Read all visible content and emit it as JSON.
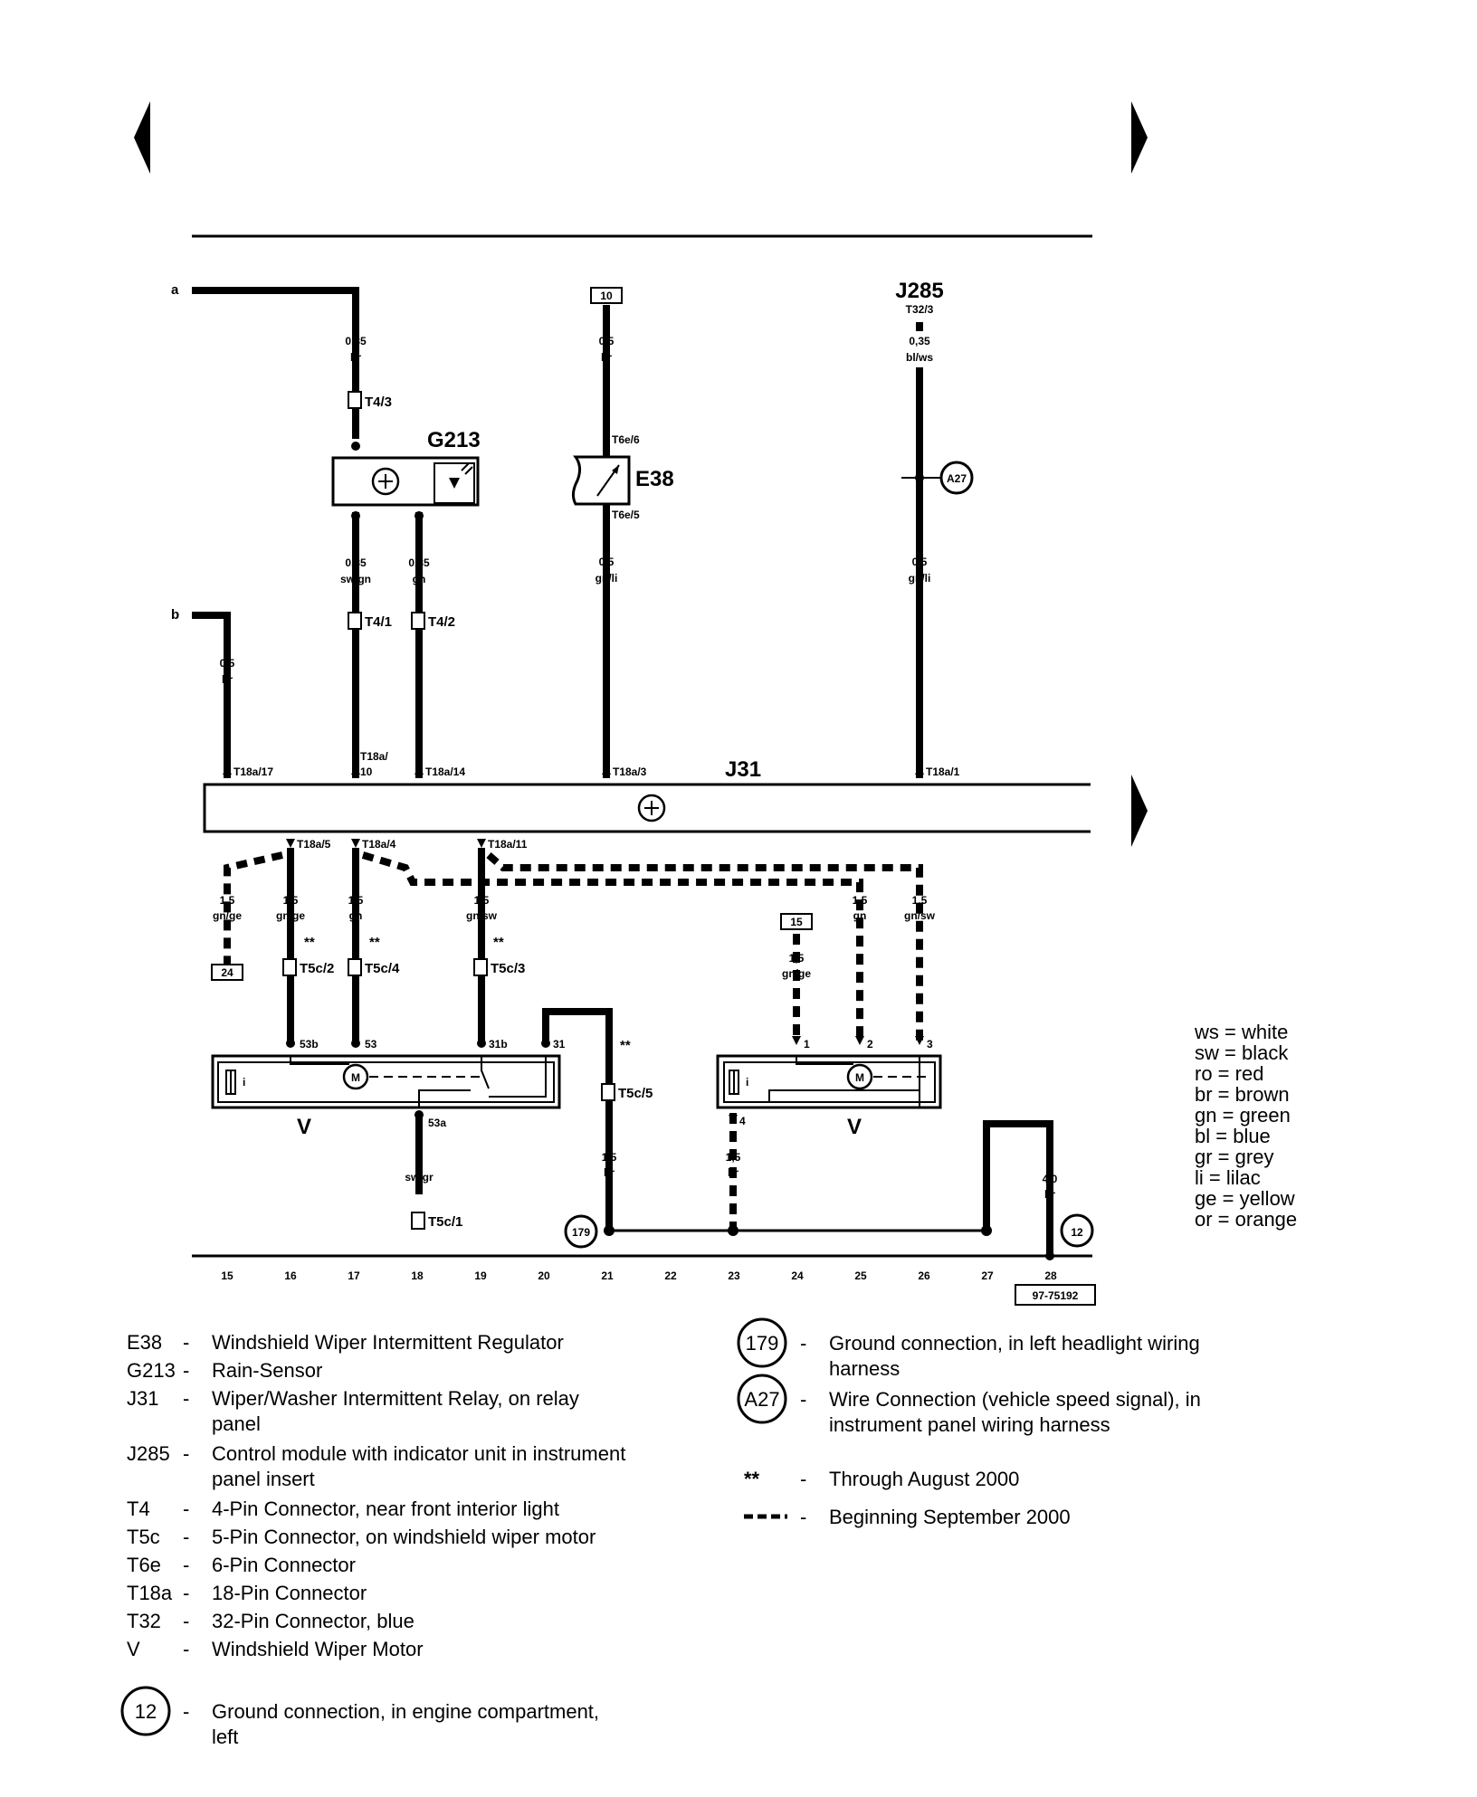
{
  "wires": {
    "a": "a",
    "b": "b",
    "w_a": [
      "0,35",
      "br"
    ],
    "w_10": [
      "0,5",
      "br"
    ],
    "w_j285": [
      "0,35",
      "bl/ws"
    ],
    "w_g_l": [
      "0,35",
      "sw/gn"
    ],
    "w_g_r": [
      "0,35",
      "gn"
    ],
    "w_e_bot": [
      "0,5",
      "gn/li"
    ],
    "w_a27_bot": [
      "0,5",
      "gn/li"
    ],
    "w_b": [
      "0,5",
      "br"
    ],
    "w_b1": [
      "1,5",
      "gn/ge"
    ],
    "w_b2": [
      "1,5",
      "gn/ge"
    ],
    "w_b3": [
      "1,5",
      "gn"
    ],
    "w_b4": [
      "1,5",
      "gn/sw"
    ],
    "w_15": [
      "1,5",
      "gn/ge"
    ],
    "w_b5": [
      "1,5",
      "gn"
    ],
    "w_b6": [
      "1,5",
      "gn/sw"
    ],
    "w_53a": "sw/gr",
    "w_gnd1": [
      "1,5",
      "br"
    ],
    "w_gnd2": [
      "1,5",
      "br"
    ],
    "w_gnd3": [
      "4,0",
      "br"
    ]
  },
  "terminals": {
    "t10": "10",
    "t15": "15",
    "t24": "24"
  },
  "components": {
    "j285": "J285",
    "j285_pin": "T32/3",
    "g213": "G213",
    "e38": "E38",
    "j31": "J31",
    "a27": "A27",
    "g179": "179",
    "g12": "12",
    "motor_left": "V",
    "motor_right": "V",
    "motor_symbol": "M",
    "fuse_symbol": "i"
  },
  "connectors": {
    "t4_3": "T4/3",
    "t4_1": "T4/1",
    "t4_2": "T4/2",
    "t6e_6": "T6e/6",
    "t6e_5": "T6e/5",
    "t18a_17": "T18a/17",
    "t18a_10": [
      "T18a/",
      "10"
    ],
    "t18a_14": "T18a/14",
    "t18a_3": "T18a/3",
    "t18a_1": "T18a/1",
    "t18a_5": "T18a/5",
    "t18a_4": "T18a/4",
    "t18a_11": "T18a/11",
    "t5c_2": "T5c/2",
    "t5c_4": "T5c/4",
    "t5c_3": "T5c/3",
    "t5c_5": "T5c/5",
    "t5c_1": "T5c/1"
  },
  "pins": {
    "p53b": "53b",
    "p53": "53",
    "p31b": "31b",
    "p31": "31",
    "p53a": "53a",
    "p1": "1",
    "p2": "2",
    "p3": "3",
    "p4": "4"
  },
  "marks": {
    "m1": "**",
    "m2": "**",
    "m3": "**",
    "m4": "**"
  },
  "ruler": [
    "15",
    "16",
    "17",
    "18",
    "19",
    "20",
    "21",
    "22",
    "23",
    "24",
    "25",
    "26",
    "27",
    "28"
  ],
  "diagram_id": "97-75192",
  "color_codes": [
    [
      "ws",
      "white"
    ],
    [
      "sw",
      "black"
    ],
    [
      "ro",
      "red"
    ],
    [
      "br",
      "brown"
    ],
    [
      "gn",
      "green"
    ],
    [
      "bl",
      "blue"
    ],
    [
      "gr",
      "grey"
    ],
    [
      "li",
      "lilac"
    ],
    [
      "ge",
      "yellow"
    ],
    [
      "or",
      "orange"
    ]
  ],
  "legend_left": [
    [
      "E38",
      "Windshield Wiper Intermittent Regulator"
    ],
    [
      "G213",
      "Rain-Sensor"
    ],
    [
      "J31",
      "Wiper/Washer Intermittent Relay, on relay",
      "panel"
    ],
    [
      "J285",
      "Control module with indicator unit in instrument",
      "panel insert"
    ],
    [
      "T4",
      "4-Pin Connector, near front interior light"
    ],
    [
      "T5c",
      "5-Pin Connector, on windshield wiper motor"
    ],
    [
      "T6e",
      "6-Pin Connector"
    ],
    [
      "T18a",
      "18-Pin Connector"
    ],
    [
      "T32",
      "32-Pin Connector, blue"
    ],
    [
      "V",
      "Windshield Wiper Motor"
    ]
  ],
  "legend_ground12": [
    "12",
    "Ground connection, in engine compartment,",
    "left"
  ],
  "legend_right": [
    [
      "179",
      "Ground connection, in left headlight wiring",
      "harness"
    ],
    [
      "A27",
      "Wire Connection (vehicle speed signal), in",
      "instrument panel wiring harness"
    ]
  ],
  "legend_notes": [
    [
      "**",
      "Through August 2000"
    ],
    [
      "---",
      "Beginning September 2000"
    ]
  ]
}
